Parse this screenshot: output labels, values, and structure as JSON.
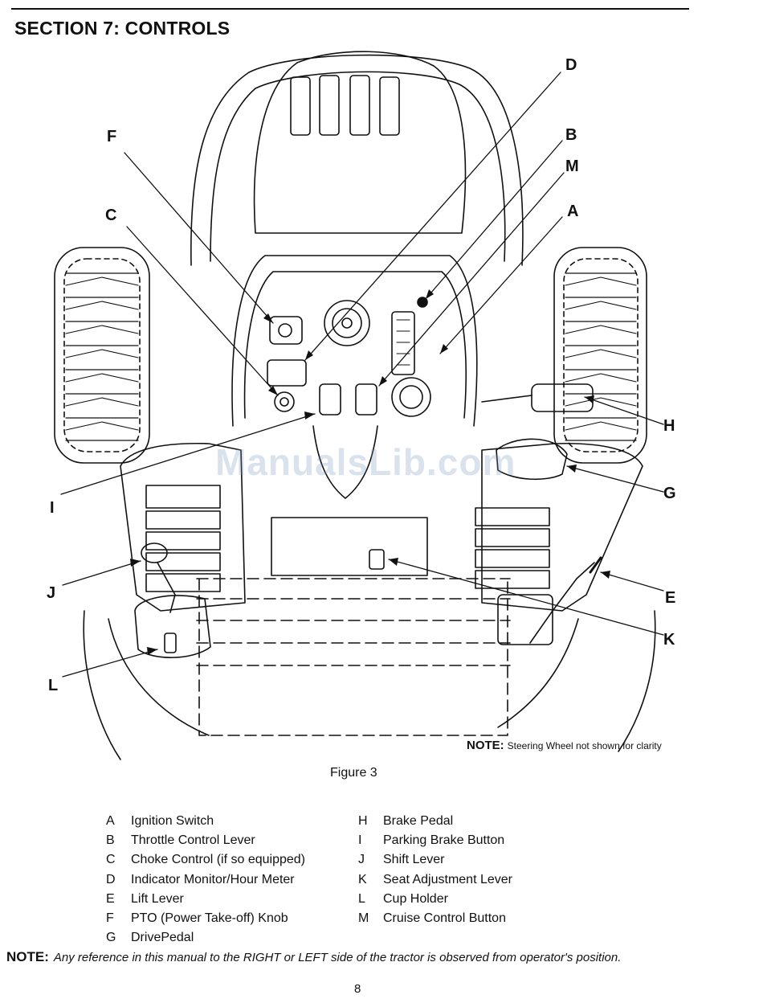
{
  "section_title": "SECTION 7:  CONTROLS",
  "watermark": "ManualsLib.com",
  "figure": {
    "callouts": [
      "A",
      "B",
      "C",
      "D",
      "E",
      "F",
      "G",
      "H",
      "I",
      "J",
      "K",
      "L",
      "M"
    ],
    "note_label": "NOTE:",
    "note_text": "Steering Wheel not shown for clarity",
    "caption": "Figure 3"
  },
  "legend": {
    "left": [
      {
        "letter": "A",
        "text": "Ignition Switch"
      },
      {
        "letter": "B",
        "text": "Throttle Control Lever"
      },
      {
        "letter": "C",
        "text": "Choke Control (if so equipped)"
      },
      {
        "letter": "D",
        "text": "Indicator Monitor/Hour Meter"
      },
      {
        "letter": "E",
        "text": "Lift Lever"
      },
      {
        "letter": "F",
        "text": "PTO (Power Take-off) Knob"
      },
      {
        "letter": "G",
        "text": "DrivePedal"
      }
    ],
    "right": [
      {
        "letter": "H",
        "text": "Brake Pedal"
      },
      {
        "letter": "I",
        "text": "Parking Brake Button"
      },
      {
        "letter": "J",
        "text": "Shift Lever"
      },
      {
        "letter": "K",
        "text": "Seat Adjustment Lever"
      },
      {
        "letter": "L",
        "text": "Cup Holder"
      },
      {
        "letter": "M",
        "text": "Cruise Control Button"
      }
    ]
  },
  "bottom_note": {
    "label": "NOTE:",
    "text": "Any reference in this manual to the RIGHT or LEFT side of the tractor is observed from operator's position."
  },
  "page_number": "8"
}
